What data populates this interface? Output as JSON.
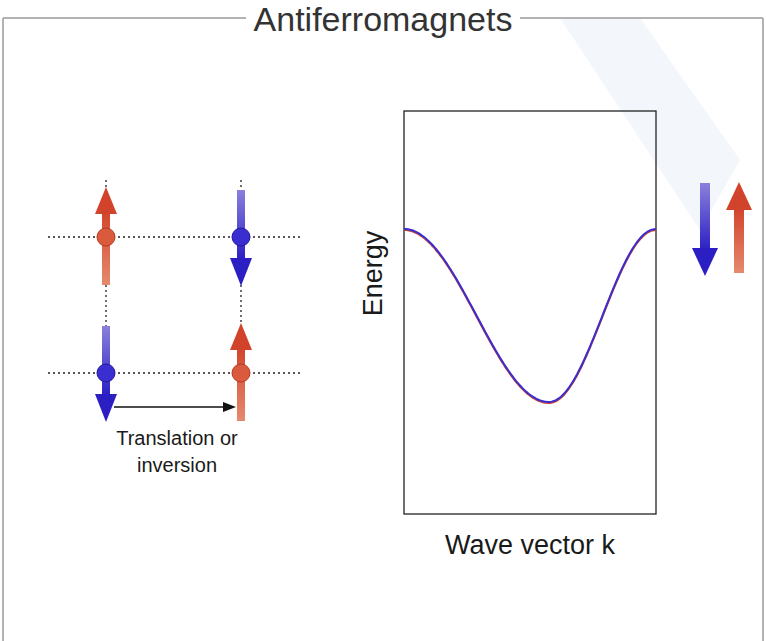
{
  "diagram": {
    "title": "Antiferromagnets",
    "labels": [
      "Translation or inversion",
      "Energy",
      "Wave vector k"
    ]
  }
}
